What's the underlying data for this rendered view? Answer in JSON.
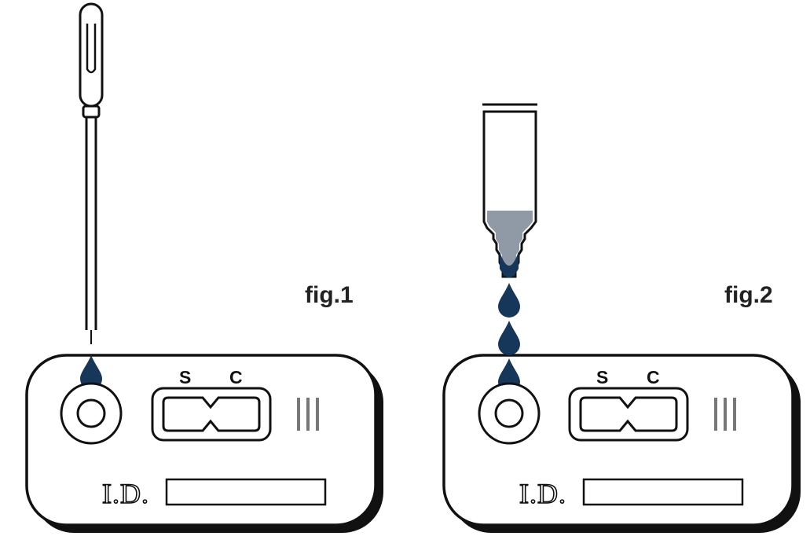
{
  "figures": [
    {
      "caption": "fig.1",
      "window_label_left": "S",
      "window_label_right": "C",
      "id_label": "I.D."
    },
    {
      "caption": "fig.2",
      "window_label_left": "S",
      "window_label_right": "C",
      "id_label": "I.D."
    }
  ],
  "colors": {
    "outline": "#111111",
    "drop": "#16375a",
    "liquid": "#8f9aa6",
    "background": "#ffffff"
  }
}
